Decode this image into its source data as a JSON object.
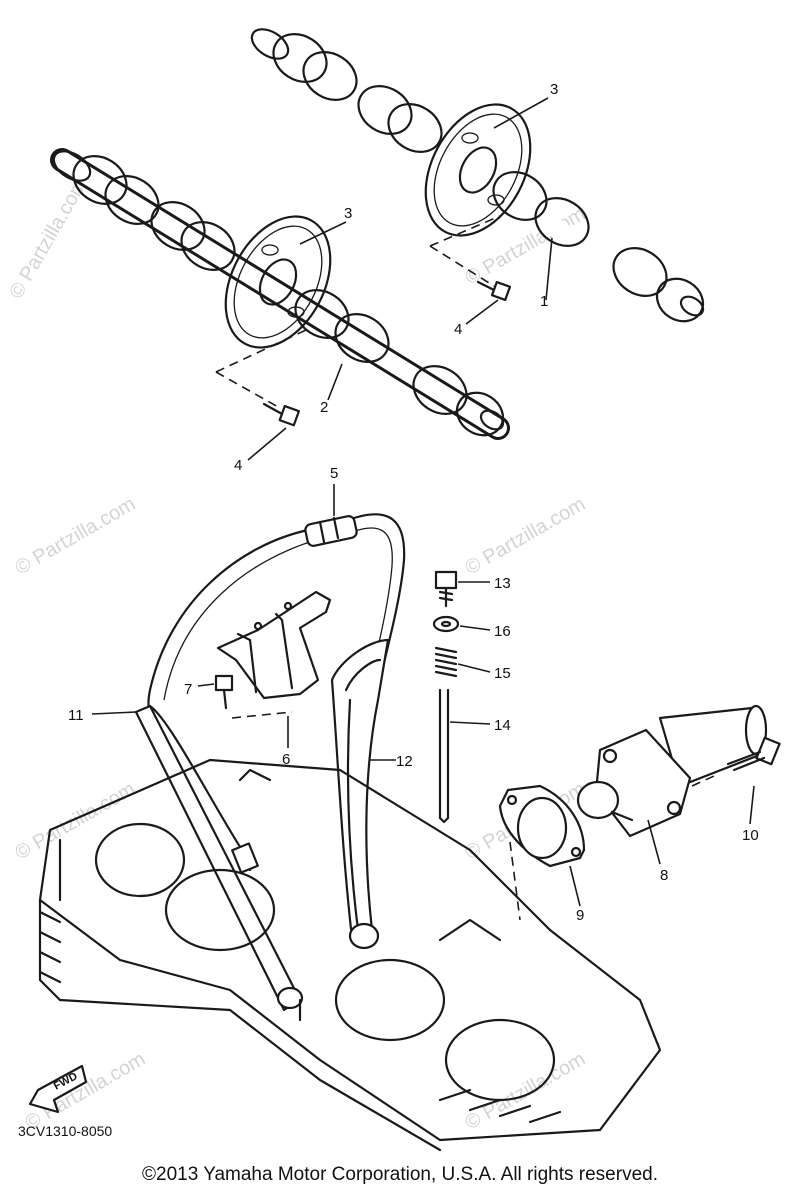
{
  "watermark": {
    "text": "© Partzilla.com"
  },
  "callouts": {
    "c1": "1",
    "c2": "2",
    "c3a": "3",
    "c3b": "3",
    "c4a": "4",
    "c4b": "4",
    "c5": "5",
    "c6": "6",
    "c7": "7",
    "c8": "8",
    "c9": "9",
    "c10": "10",
    "c11": "11",
    "c12": "12",
    "c13": "13",
    "c14": "14",
    "c15": "15",
    "c16": "16"
  },
  "fwd_label": "FWD",
  "diagram_code": "3CV1310-8050",
  "copyright": "©2013 Yamaha Motor Corporation, U.S.A. All rights reserved."
}
